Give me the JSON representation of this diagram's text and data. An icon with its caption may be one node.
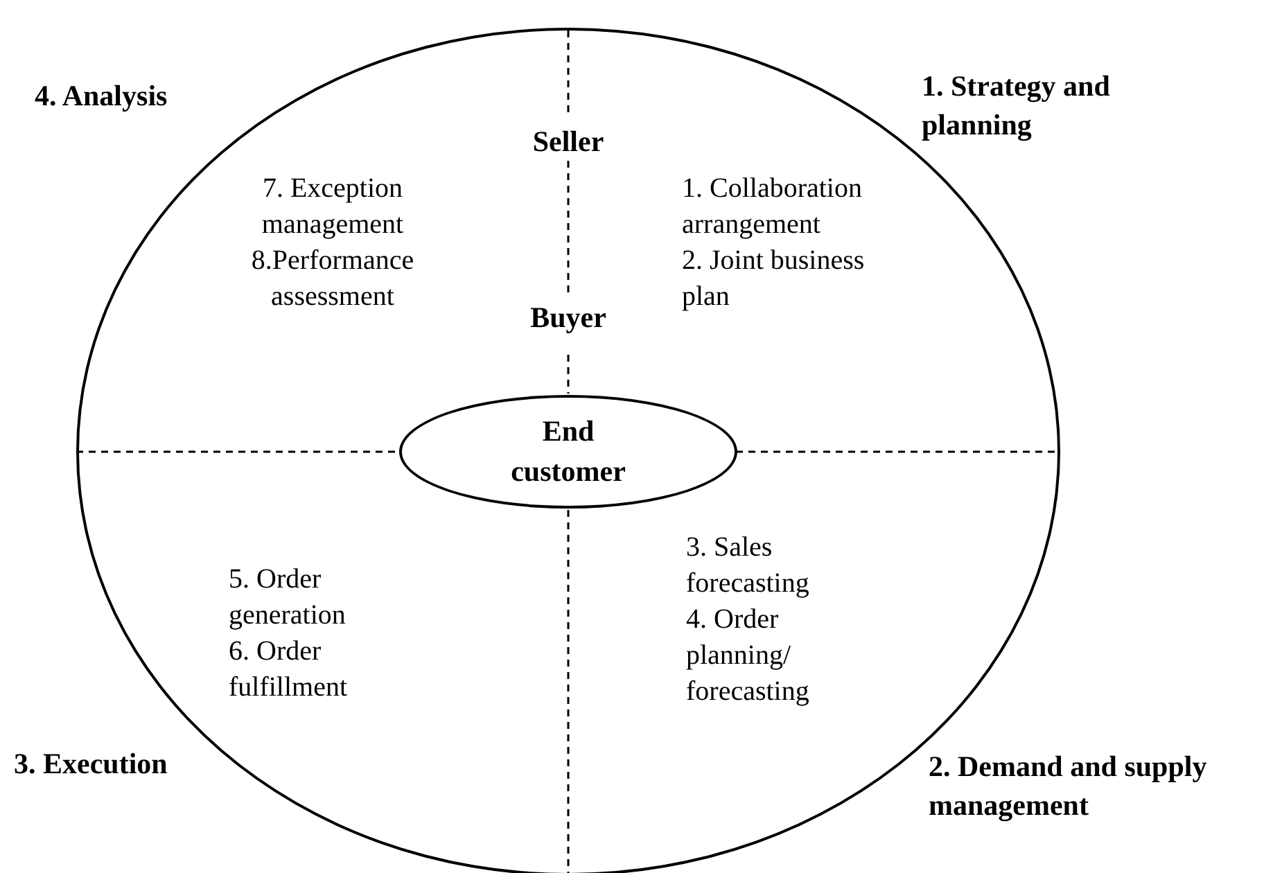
{
  "diagram": {
    "nodes": [
      {
        "text": [],
        "shape": "circle"
      },
      {
        "text": [
          "End customer"
        ],
        "in": 0
      }
    ],
    "edges": [],
    "labels": [
      "4. Analysis",
      "1. Strategy and planning",
      "Seller",
      "7. Exception management",
      "8.Performance assessment",
      "1. Collaboration arrangement",
      "2. Joint business plan",
      "Buyer",
      "5. Order generation",
      "6. Order fulfillment",
      "3. Sales forecasting",
      "4. Order planning/ forecasting",
      "3. Execution",
      "2. Demand and supply management"
    ]
  }
}
